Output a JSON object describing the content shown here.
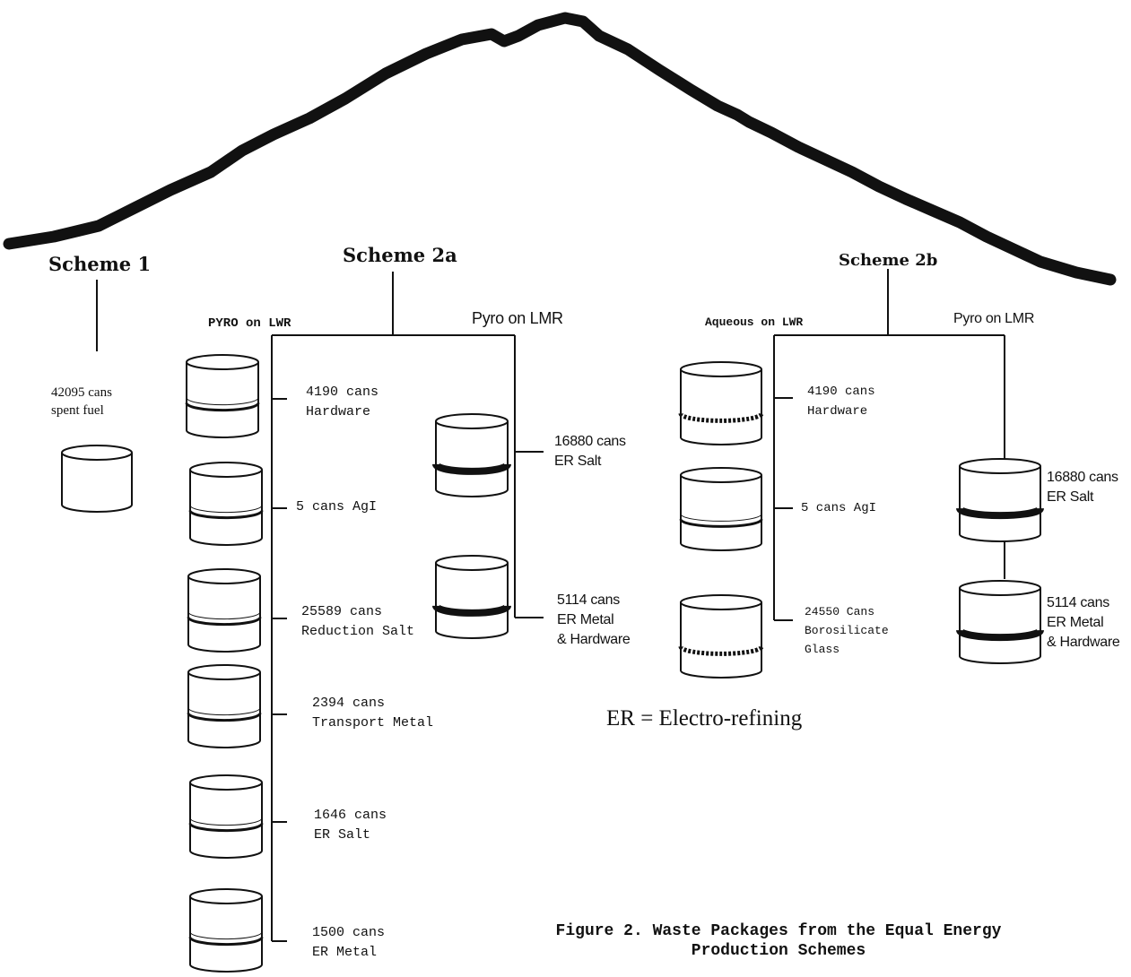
{
  "schemes": {
    "scheme1": {
      "title": "Scheme 1",
      "packages": [
        {
          "line1": "42095 cans",
          "line2": "spent fuel"
        }
      ]
    },
    "scheme2a": {
      "title": "Scheme 2a",
      "left_branch": "PYRO on LWR",
      "right_branch": "Pyro on LMR",
      "left_packages": [
        {
          "line1": "4190 cans",
          "line2": "Hardware"
        },
        {
          "line1": "5 cans AgI"
        },
        {
          "line1": "25589 cans",
          "line2": "Reduction Salt"
        },
        {
          "line1": "2394 cans",
          "line2": "Transport Metal"
        },
        {
          "line1": "1646 cans",
          "line2": "ER Salt"
        },
        {
          "line1": "1500 cans",
          "line2": "ER Metal"
        }
      ],
      "right_packages": [
        {
          "line1": "16880 cans",
          "line2": "ER Salt"
        },
        {
          "line1": "5114 cans",
          "line2": "ER Metal",
          "line3": "& Hardware"
        }
      ]
    },
    "scheme2b": {
      "title": "Scheme 2b",
      "left_branch": "Aqueous on LWR",
      "right_branch": "Pyro on LMR",
      "left_packages": [
        {
          "line1": "4190 cans",
          "line2": "Hardware"
        },
        {
          "line1": "5 cans AgI"
        },
        {
          "line1": "24550 Cans",
          "line2": "Borosilicate",
          "line3": "Glass"
        }
      ],
      "right_packages": [
        {
          "line1": "16880 cans",
          "line2": "ER Salt"
        },
        {
          "line1": "5114 cans",
          "line2": "ER Metal",
          "line3": "& Hardware"
        }
      ]
    }
  },
  "legend": "ER = Electro-refining",
  "caption": {
    "line1": "Figure 2. Waste Packages from the Equal Energy",
    "line2": "Production Schemes"
  },
  "colors": {
    "ink": "#111111",
    "paper": "#ffffff"
  }
}
